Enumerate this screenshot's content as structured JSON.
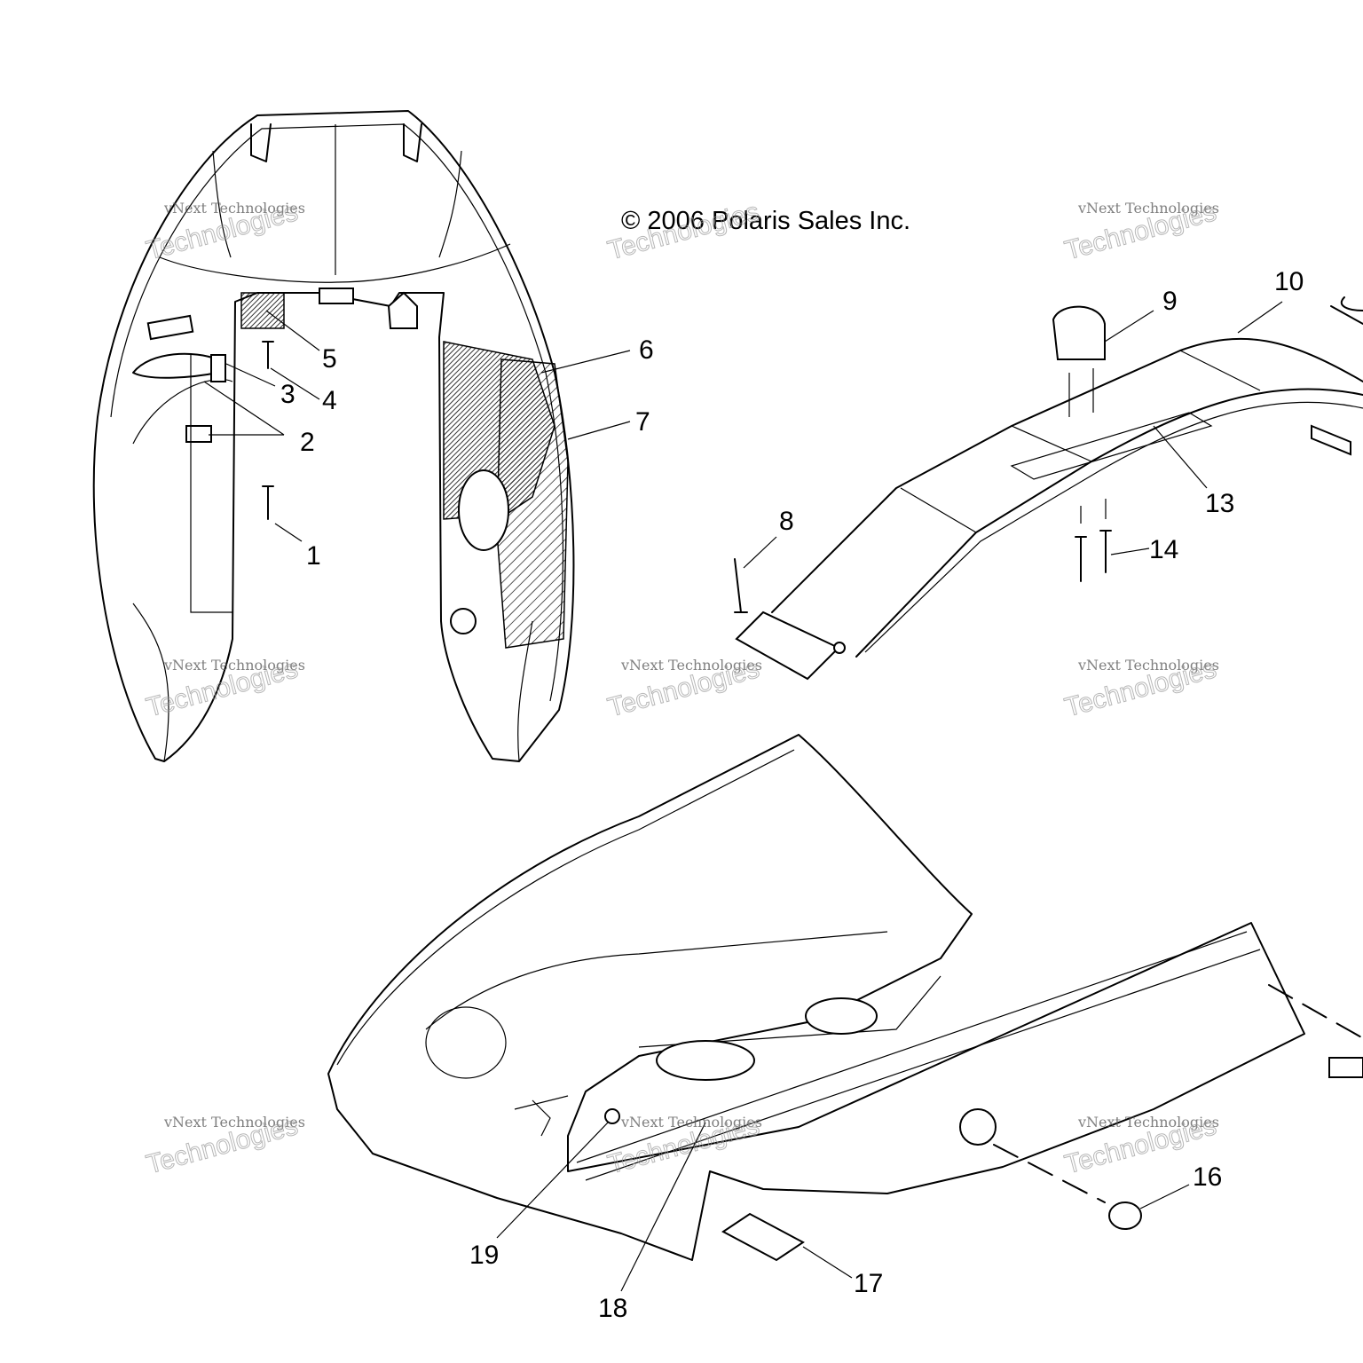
{
  "copyright": "© 2006 Polaris Sales Inc.",
  "watermark": {
    "line1": "vNext Technologies",
    "line2": "vNext",
    "line3": "Technologies"
  },
  "callouts": {
    "c1": "1",
    "c2": "2",
    "c3": "3",
    "c4": "4",
    "c5": "5",
    "c6": "6",
    "c7": "7",
    "c8": "8",
    "c9": "9",
    "c10": "10",
    "c13": "13",
    "c14": "14",
    "c16": "16",
    "c17": "17",
    "c18": "18",
    "c19": "19"
  }
}
